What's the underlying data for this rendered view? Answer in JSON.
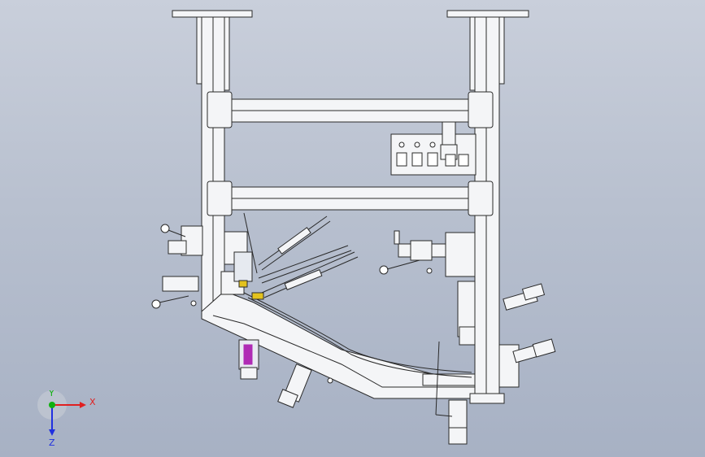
{
  "scene": {
    "background_top": "#c9cfdb",
    "background_bottom": "#a7b1c4",
    "line_color": "#2a2a2a",
    "part_fill": "#f4f5f7",
    "accent_yellow": "#e3c21d",
    "accent_magenta": "#b02bb5",
    "accent_teal": "#2f8f9a"
  },
  "triad": {
    "x_label": "X",
    "y_label": "Y",
    "z_label": "Z",
    "x_color": "#e02020",
    "y_color": "#10b010",
    "z_color": "#2030e0"
  }
}
